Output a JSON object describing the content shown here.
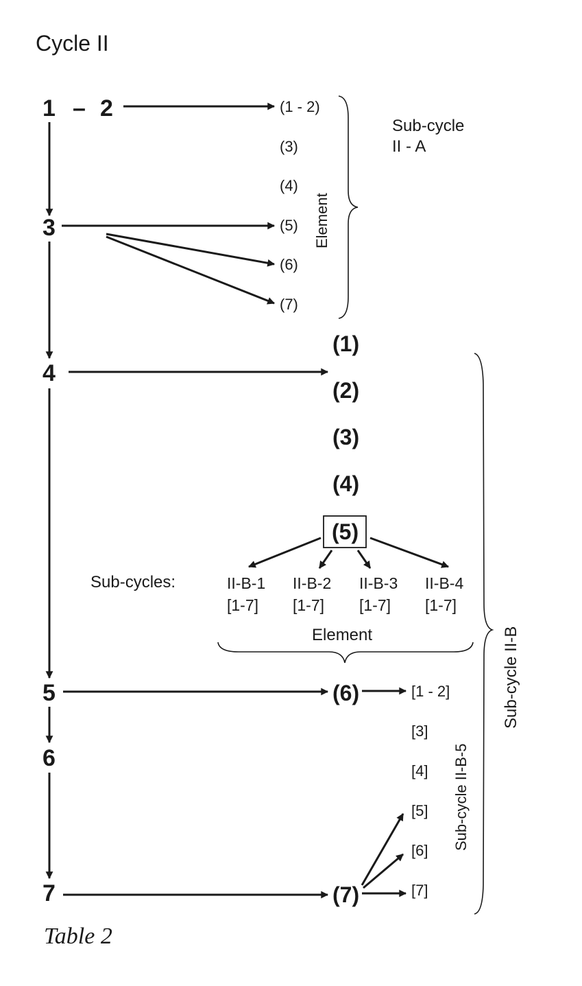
{
  "title": "Cycle II",
  "caption": "Table 2",
  "main_steps": [
    "1",
    "–",
    "2",
    "3",
    "4",
    "5",
    "6",
    "7"
  ],
  "subcycle_a": {
    "items": [
      "(1 - 2)",
      "(3)",
      "(4)",
      "(5)",
      "(6)",
      "(7)"
    ],
    "element_label": "Element",
    "label_line1": "Sub-cycle",
    "label_line2": "II - A"
  },
  "subcycle_b": {
    "items": [
      "(1)",
      "(2)",
      "(3)",
      "(4)",
      "(5)",
      "(6)",
      "(7)"
    ],
    "label": "Sub-cycle II-B",
    "subcycles_label": "Sub-cycles:",
    "subcycles": [
      {
        "name": "II-B-1",
        "range": "[1-7]"
      },
      {
        "name": "II-B-2",
        "range": "[1-7]"
      },
      {
        "name": "II-B-3",
        "range": "[1-7]"
      },
      {
        "name": "II-B-4",
        "range": "[1-7]"
      }
    ],
    "element_label": "Element"
  },
  "subcycle_b5": {
    "items": [
      "[1 - 2]",
      "[3]",
      "[4]",
      "[5]",
      "[6]",
      "[7]"
    ],
    "label": "Sub-cycle II-B-5"
  }
}
